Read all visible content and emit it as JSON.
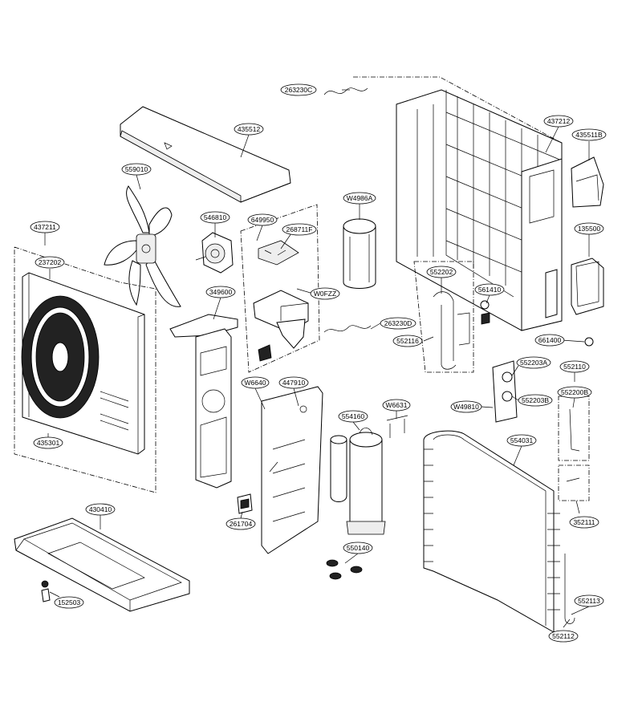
{
  "labels": {
    "l263230C": "263230C",
    "l435512": "435512",
    "l437212": "437212",
    "l435511B": "435511B",
    "l559010": "559010",
    "l546810": "546810",
    "l649950": "649950",
    "l268711F": "268711F",
    "lW4986A": "W4986A",
    "l135500": "135500",
    "l437211": "437211",
    "l237202": "237202",
    "l349600": "349600",
    "lW0FZZ": "W0FZZ",
    "l263230D": "263230D",
    "l552202": "552202",
    "l561410": "561410",
    "l552116": "552116",
    "l661400": "661400",
    "l552203A": "552203A",
    "l552110": "552110",
    "l552200B": "552200B",
    "l552203B": "552203B",
    "lW49810": "W49810",
    "lW6640": "W6640",
    "l447910": "447910",
    "lW6631": "W6631",
    "l554160": "554160",
    "l554031": "554031",
    "l435301": "435301",
    "l261704": "261704",
    "l430410": "430410",
    "l550140": "550140",
    "l152503": "152503",
    "l352111": "352111",
    "l552113": "552113",
    "l552112": "552112"
  },
  "colors": {
    "line": "#000000",
    "background": "#ffffff",
    "fill_dark": "#222222",
    "fill_light": "#eeeeee"
  }
}
